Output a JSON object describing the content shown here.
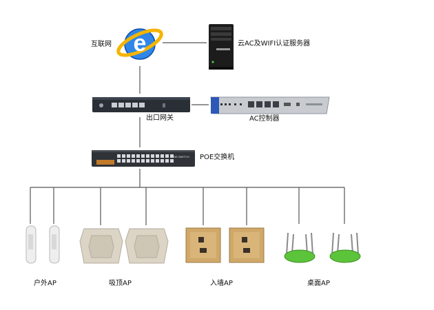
{
  "labels": {
    "internet": "互联网",
    "cloud_server": "云AC及WIFI认证服务器",
    "gateway": "出口网关",
    "ac_controller": "AC控制器",
    "poe_switch": "POE交换机",
    "outdoor_ap": "户外AP",
    "ceiling_ap": "吸顶AP",
    "wall_ap": "入墙AP",
    "desktop_ap": "桌面AP",
    "switch_badge": "POE SWITCH"
  },
  "colors": {
    "line": "#555555",
    "ie_blue": "#1e6fd0",
    "ie_ring": "#f5b400",
    "device_dark": "#2a2f36",
    "ac_body": "#c8ccd1",
    "ceiling_ap": "#dcd5c6",
    "wall_ap": "#cfa86a",
    "desktop_ap": "#5cc43a"
  },
  "icons": {
    "internet": "ie-globe-icon",
    "server": "tower-server-icon",
    "gateway": "rack-router-icon",
    "controller": "ac-controller-icon",
    "switch": "poe-switch-icon",
    "outdoor_ap": "outdoor-ap-icon",
    "ceiling_ap": "ceiling-ap-icon",
    "wall_ap": "wall-ap-icon",
    "desktop_ap": "desktop-ap-icon"
  }
}
